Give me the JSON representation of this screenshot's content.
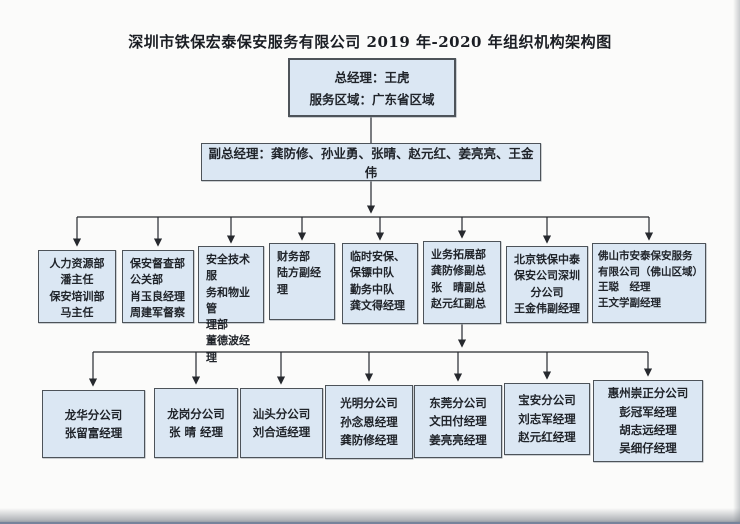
{
  "title": "深圳市铁保宏泰保安服务有限公司 2019 年-2020 年组织机构架构图",
  "colors": {
    "box_fill": "#dbe7f3",
    "box_border": "#4d5359",
    "connector": "#26292e",
    "text": "#20242a"
  },
  "general_manager": {
    "lines": [
      "总经理：王虎",
      "服务区域：广东省区域"
    ]
  },
  "deputy": {
    "label": "副总经理：龚防修、孙业勇、张晴、赵元红、姜亮亮、王金伟"
  },
  "departments": [
    {
      "lines": [
        "人力资源部",
        "潘主任",
        "保安培训部",
        "马主任"
      ]
    },
    {
      "lines": [
        "保安督查部",
        "公关部",
        "肖玉良经理",
        "周建军督察"
      ]
    },
    {
      "lines": [
        "安全技术服",
        "务和物业管",
        "理部",
        "董德波经理"
      ]
    },
    {
      "lines": [
        "财务部",
        "陆方副经理"
      ]
    },
    {
      "lines": [
        "临时安保、",
        "保镖中队",
        "勤务中队",
        "龚文得经理"
      ]
    },
    {
      "lines": [
        "业务拓展部",
        "龚防修副总",
        "张　晴副总",
        "赵元红副总"
      ]
    },
    {
      "lines": [
        "北京铁保中泰",
        "保安公司深圳",
        "分公司",
        "王金伟副经理"
      ]
    },
    {
      "lines": [
        "佛山市安泰保安服务",
        "有限公司（佛山区域）",
        "王聪　经理",
        "王文学副经理"
      ]
    }
  ],
  "branches": [
    {
      "lines": [
        "龙华分公司",
        "张留富经理"
      ]
    },
    {
      "lines": [
        "龙岗分公司",
        "张 晴 经理"
      ]
    },
    {
      "lines": [
        "汕头分公司",
        "刘合适经理"
      ]
    },
    {
      "lines": [
        "光明分公司",
        "孙念恩经理",
        "龚防修经理"
      ]
    },
    {
      "lines": [
        "东莞分公司",
        "文田付经理",
        "姜亮亮经理"
      ]
    },
    {
      "lines": [
        "宝安分公司",
        "刘志军经理",
        "赵元红经理"
      ]
    },
    {
      "lines": [
        "惠州崇正分公司",
        "彭冠军经理",
        "胡志远经理",
        "吴细仔经理"
      ]
    }
  ]
}
